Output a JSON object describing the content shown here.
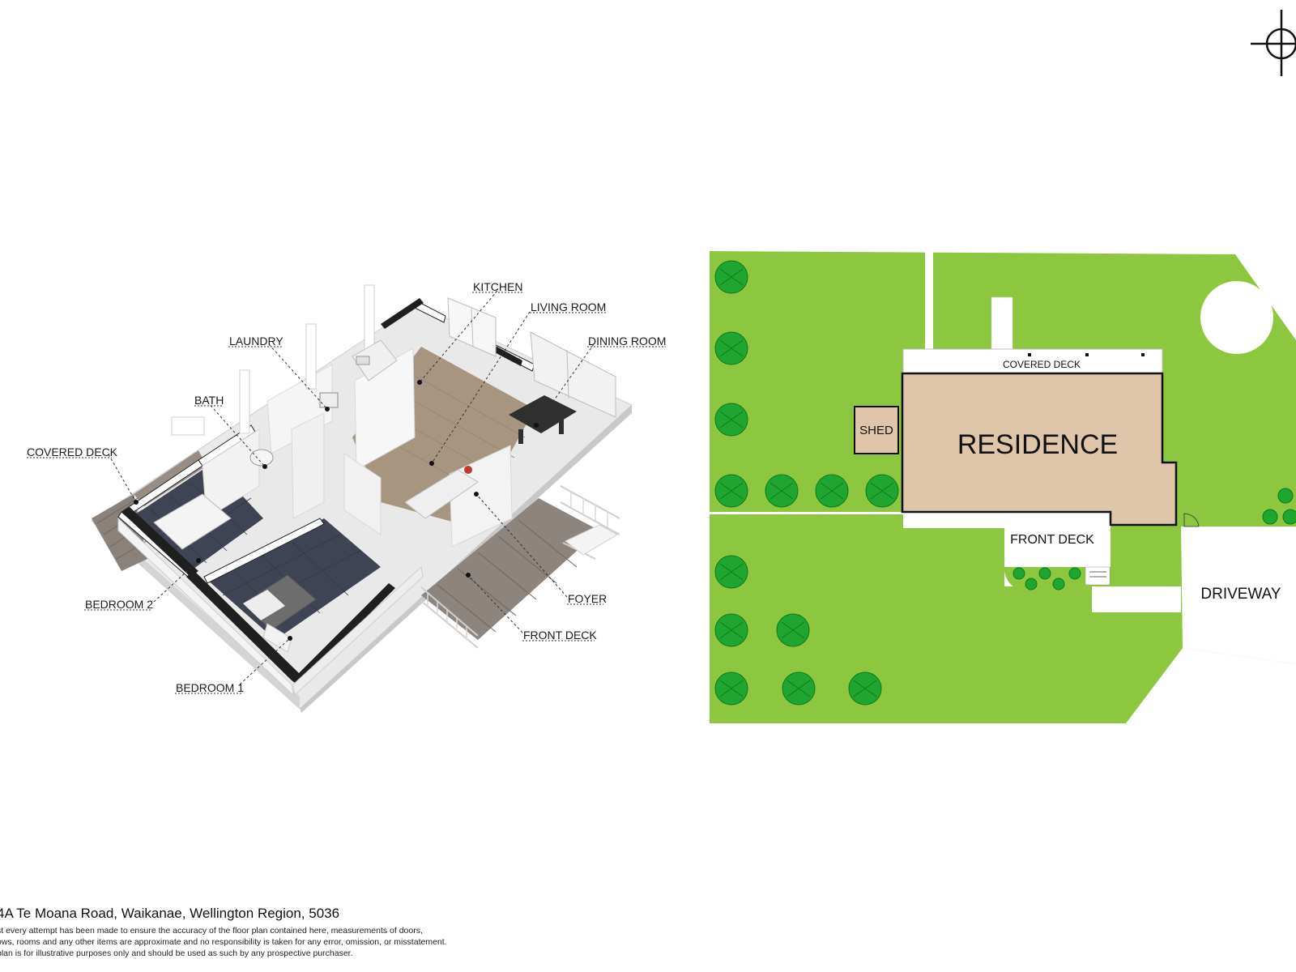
{
  "floorplan": {
    "room_labels": {
      "kitchen": "KITCHEN",
      "living_room": "LIVING ROOM",
      "dining_room": "DINING ROOM",
      "laundry": "LAUNDRY",
      "bath": "BATH",
      "covered_deck": "COVERED DECK",
      "bedroom_2": "BEDROOM 2",
      "bedroom_1": "BEDROOM 1",
      "foyer": "FOYER",
      "front_deck": "FRONT DECK"
    }
  },
  "siteplan": {
    "labels": {
      "covered_deck": "COVERED DECK",
      "shed": "SHED",
      "residence": "RESIDENCE",
      "front_deck": "FRONT DECK",
      "driveway": "DRIVEWAY"
    },
    "colors": {
      "lawn": "#8dc63f",
      "tree": "#1fa530",
      "residence": "#dfc6aa",
      "paving": "#ffffff"
    }
  },
  "compass_icon": "north-compass-icon",
  "footer": {
    "address": "4A Te Moana Road, Waikanae, Wellington Region, 5036",
    "disclaimer": [
      "st every attempt has been made to ensure the accuracy of the floor plan contained here, measurements of doors,",
      "ows, rooms and any other items are approximate and no responsibility is taken for any error, omission, or misstatement.",
      "plan is for illustrative purposes only and should be used as such by any prospective purchaser."
    ]
  }
}
